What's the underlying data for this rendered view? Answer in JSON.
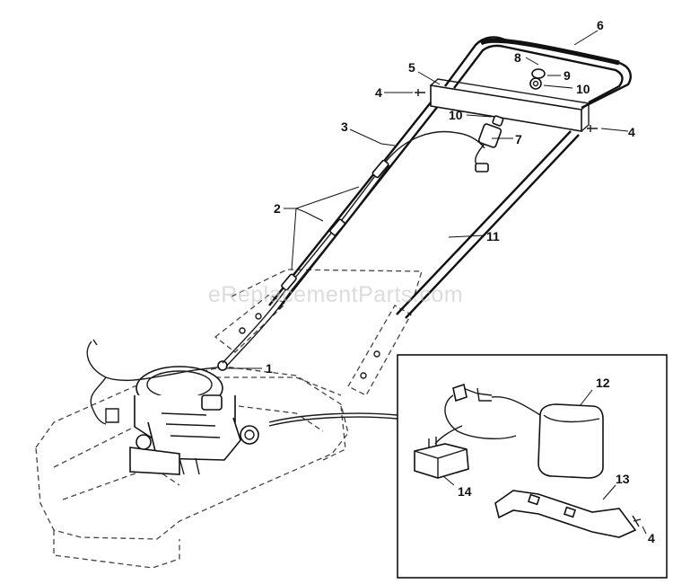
{
  "watermark": "eReplacementParts.com",
  "callouts": [
    {
      "id": "c1",
      "label": "1"
    },
    {
      "id": "c2",
      "label": "2"
    },
    {
      "id": "c3",
      "label": "3"
    },
    {
      "id": "c4a",
      "label": "4"
    },
    {
      "id": "c4b",
      "label": "4"
    },
    {
      "id": "c4c",
      "label": "4"
    },
    {
      "id": "c5",
      "label": "5"
    },
    {
      "id": "c6",
      "label": "6"
    },
    {
      "id": "c7",
      "label": "7"
    },
    {
      "id": "c8",
      "label": "8"
    },
    {
      "id": "c9",
      "label": "9"
    },
    {
      "id": "c10a",
      "label": "10"
    },
    {
      "id": "c10b",
      "label": "10"
    },
    {
      "id": "c11",
      "label": "11"
    },
    {
      "id": "c12",
      "label": "12"
    },
    {
      "id": "c13",
      "label": "13"
    },
    {
      "id": "c14",
      "label": "14"
    }
  ]
}
